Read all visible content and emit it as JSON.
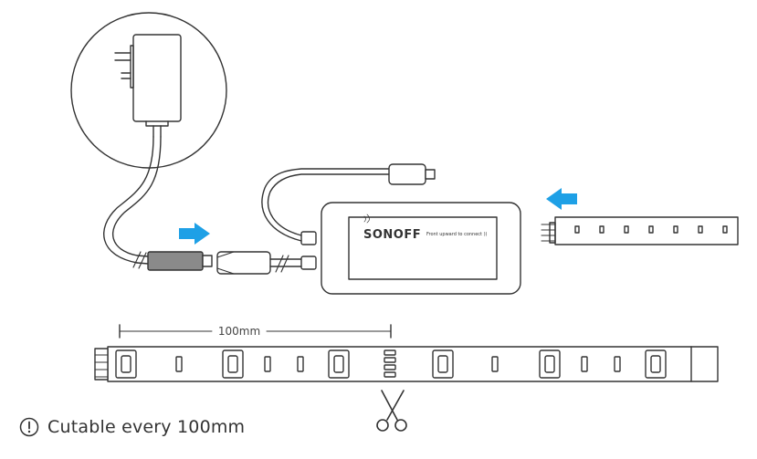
{
  "device": {
    "brand": "SONOFF",
    "tagline": "Front upward to connect ))"
  },
  "strip": {
    "measure_label": "100mm"
  },
  "note": {
    "text": "Cutable every 100mm",
    "icon": "info-circle-icon"
  },
  "colors": {
    "arrow": "#1ea0e6",
    "line": "#333333",
    "plug_fill": "#8a8a8a"
  }
}
